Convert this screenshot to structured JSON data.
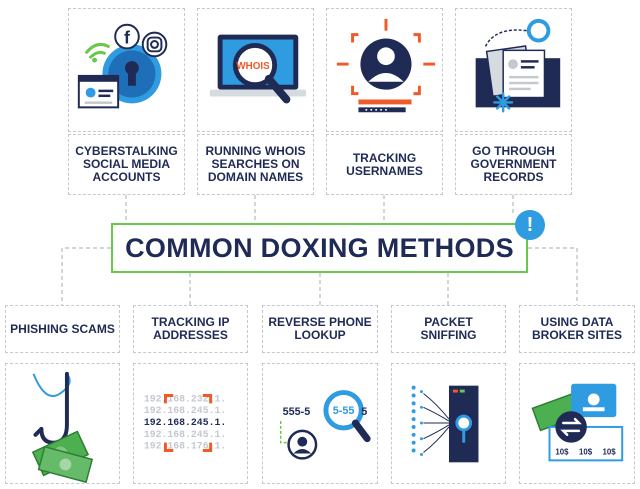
{
  "title": "COMMON DOXING METHODS",
  "alert_symbol": "!",
  "colors": {
    "navy": "#1f2a55",
    "green": "#68c84b",
    "blue": "#2f9be0",
    "orange": "#f05a28",
    "dashed_border": "#c4c9cf"
  },
  "top_methods": [
    {
      "label": "CYBERSTALKING SOCIAL MEDIA ACCOUNTS",
      "icon": "social-media-lock-icon"
    },
    {
      "label": "RUNNING WHOIS SEARCHES ON DOMAIN NAMES",
      "icon": "whois-magnifier-icon",
      "icon_text": "WHOIS"
    },
    {
      "label": "TRACKING USERNAMES",
      "icon": "username-target-icon"
    },
    {
      "label": "GO THROUGH GOVERNMENT RECORDS",
      "icon": "government-records-icon"
    }
  ],
  "bottom_methods": [
    {
      "label": "PHISHING SCAMS",
      "icon": "fishing-hook-money-icon"
    },
    {
      "label": "TRACKING IP ADDRESSES",
      "icon": "ip-address-target-icon",
      "ip_lines": [
        "192.168.232.1.",
        "192.168.245.1.",
        "192.168.245.1.",
        "192.168.245.1.",
        "192.168.176.1."
      ]
    },
    {
      "label": "REVERSE PHONE LOOKUP",
      "icon": "phone-lookup-magnifier-icon",
      "phone_left": "555-5",
      "phone_zoom": "5-55",
      "phone_right": "5"
    },
    {
      "label": "PACKET SNIFFING",
      "icon": "packet-sniffing-server-icon"
    },
    {
      "label": "USING DATA BROKER SITES",
      "icon": "data-broker-exchange-icon",
      "price_tags": [
        "10$",
        "10$",
        "10$"
      ]
    }
  ]
}
